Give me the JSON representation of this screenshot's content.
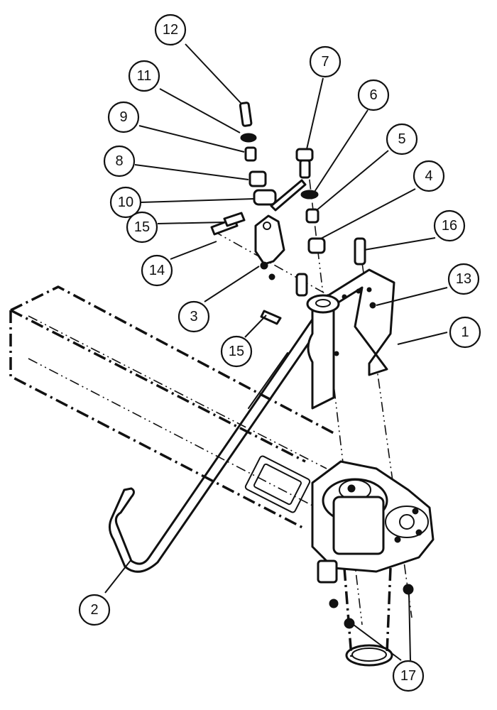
{
  "callouts": [
    {
      "id": "1",
      "label": "1"
    },
    {
      "id": "2",
      "label": "2"
    },
    {
      "id": "3",
      "label": "3"
    },
    {
      "id": "4",
      "label": "4"
    },
    {
      "id": "5",
      "label": "5"
    },
    {
      "id": "6",
      "label": "6"
    },
    {
      "id": "7",
      "label": "7"
    },
    {
      "id": "8",
      "label": "8"
    },
    {
      "id": "9",
      "label": "9"
    },
    {
      "id": "10",
      "label": "10"
    },
    {
      "id": "11",
      "label": "11"
    },
    {
      "id": "12",
      "label": "12"
    },
    {
      "id": "13",
      "label": "13"
    },
    {
      "id": "14",
      "label": "14"
    },
    {
      "id": "15a",
      "label": "15"
    },
    {
      "id": "15b",
      "label": "15"
    },
    {
      "id": "16",
      "label": "16"
    },
    {
      "id": "17",
      "label": "17"
    }
  ]
}
